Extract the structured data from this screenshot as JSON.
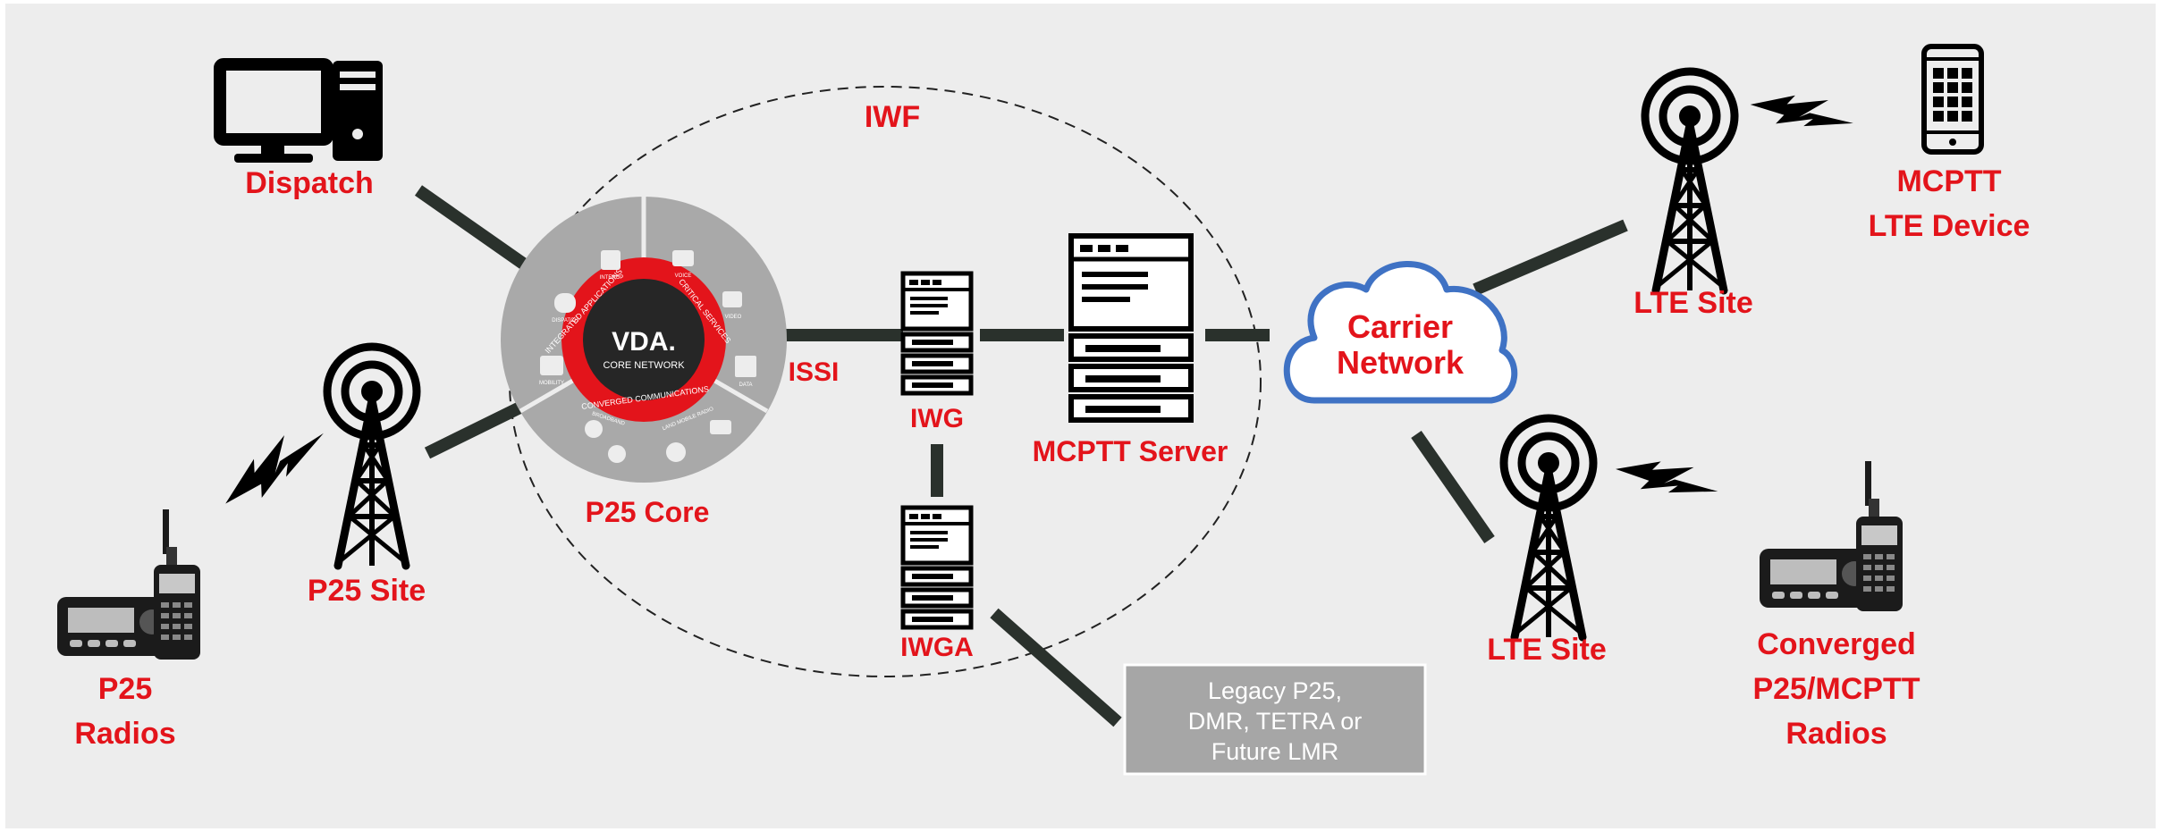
{
  "labels": {
    "dispatch": "Dispatch",
    "iwf": "IWF",
    "issi": "ISSI",
    "iwg": "IWG",
    "mcptt_server": "MCPTT Server",
    "iwga": "IWGA",
    "p25_core": "P25 Core",
    "p25_site": "P25 Site",
    "p25_radios": [
      "P25",
      "Radios"
    ],
    "carrier_network": [
      "Carrier",
      "Network"
    ],
    "lte_site_top": "LTE Site",
    "lte_site_bottom": "LTE Site",
    "mcptt_lte_device": [
      "MCPTT",
      "LTE Device"
    ],
    "converged_radios": [
      "Converged",
      "P25/MCPTT",
      "Radios"
    ],
    "legacy_box": [
      "Legacy P25,",
      "DMR, TETRA or",
      "Future LMR"
    ]
  },
  "wheel": {
    "logo": "VDA.",
    "core_label": "CORE NETWORK",
    "ring_left": "INTEGRATED APPLICATIONS",
    "ring_right": "CRITICAL SERVICES",
    "ring_bottom": "CONVERGED COMMUNICATIONS",
    "segments": [
      "INTEROP",
      "VOICE",
      "VIDEO",
      "DATA",
      "LAND MOBILE RADIO",
      "BROADBAND",
      "MOBILITY",
      "DISPATCH"
    ],
    "bottom_icons": [
      "lte",
      "P25",
      "WiFi",
      "4G/5G"
    ]
  },
  "colors": {
    "background": "#ededed",
    "label_red": "#e3141b",
    "cloud_stroke": "#3f72c4",
    "line": "#2a312c",
    "legacy_box_fill": "#a6a6a6",
    "wheel_gray": "#a9a9a9",
    "wheel_dark": "#262626",
    "wheel_red": "#e3141b"
  }
}
